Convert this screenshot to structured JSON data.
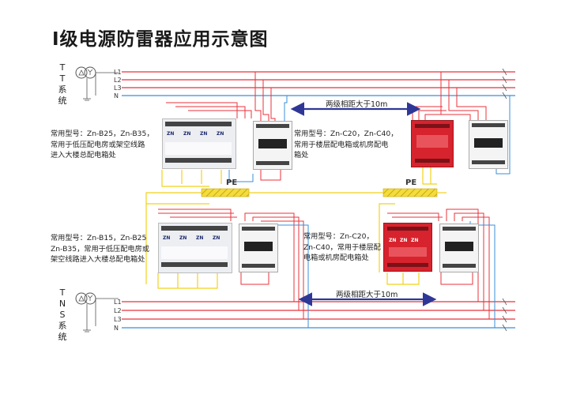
{
  "title": "I级电源防雷器应用示意图",
  "systems": {
    "tt": {
      "chars": [
        "T",
        "T",
        "系",
        "统"
      ]
    },
    "tns": {
      "chars": [
        "T",
        "N",
        "S",
        "系",
        "统"
      ]
    }
  },
  "bus_labels": {
    "l1": "L1",
    "l2": "L2",
    "l3": "L3",
    "n": "N"
  },
  "pe_label": "PE",
  "distance_label": "两级相距大于10m",
  "notes": {
    "tt_left": [
      "常用型号：Zn-B25，Zn-B35，",
      "常用于低压配电房或架空线路",
      "进入大楼总配电箱处"
    ],
    "tt_mid": [
      "常用型号：Zn-C20，Zn-C40，",
      "常用于楼层配电箱或机房配电",
      "箱处"
    ],
    "tns_left": [
      "常用型号：Zn-B15，Zn-B25",
      "Zn-B35，常用于低压配电房或",
      "架空线路进入大楼总配电箱处"
    ],
    "tns_mid": [
      "常用型号：Zn-C20，",
      "Zn-C40，常用于楼层配",
      "电箱或机房配电箱处"
    ]
  },
  "device": {
    "brand": "ZN"
  },
  "colors": {
    "l1": "#e8333b",
    "l2": "#e8333b",
    "l3": "#e8333b",
    "n": "#3a8fd9",
    "pe": "#f2d21c",
    "arrow": "#2f3796",
    "spd_white": "#f1f1f3",
    "spd_red": "#d7232d"
  }
}
